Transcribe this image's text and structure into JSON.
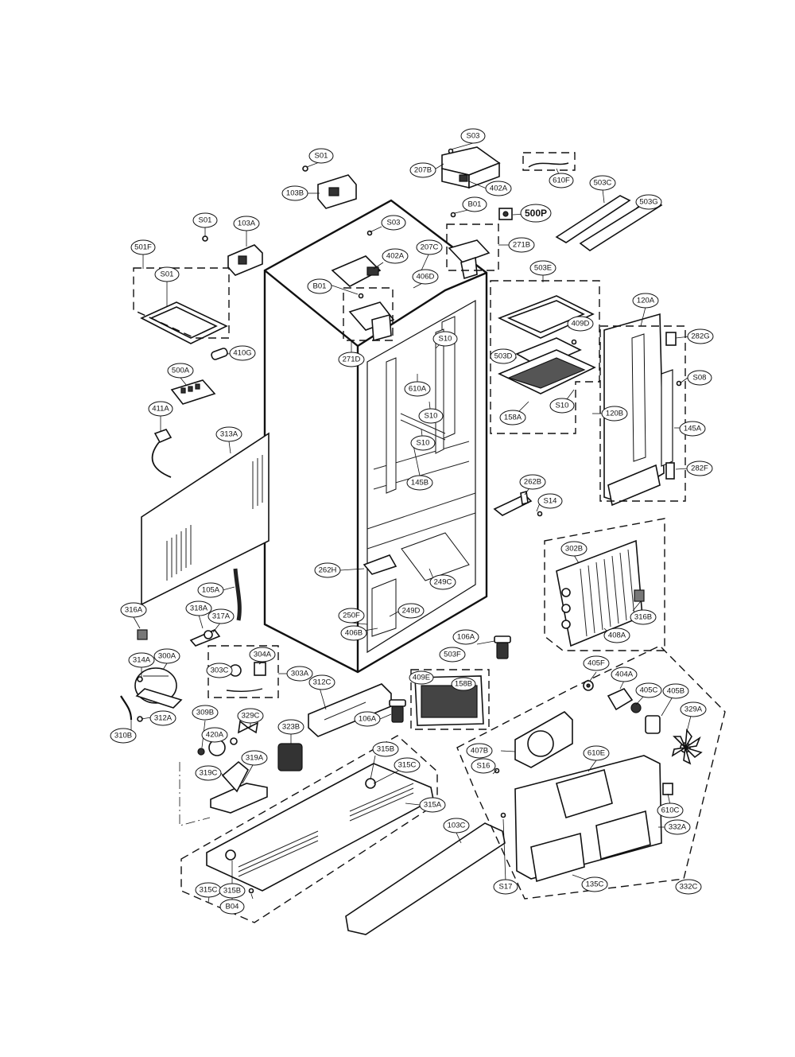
{
  "callouts": [
    {
      "id": "S03",
      "text": "S03"
    },
    {
      "id": "S01_top",
      "text": "S01"
    },
    {
      "id": "207B",
      "text": "207B"
    },
    {
      "id": "402A_top",
      "text": "402A"
    },
    {
      "id": "610F",
      "text": "610F"
    },
    {
      "id": "103B",
      "text": "103B"
    },
    {
      "id": "503C",
      "text": "503C"
    },
    {
      "id": "503G",
      "text": "503G"
    },
    {
      "id": "B01_top",
      "text": "B01"
    },
    {
      "id": "500P",
      "text": "500P"
    },
    {
      "id": "S01_left",
      "text": "S01"
    },
    {
      "id": "103A",
      "text": "103A"
    },
    {
      "id": "S03_mid",
      "text": "S03"
    },
    {
      "id": "271B",
      "text": "271B"
    },
    {
      "id": "501F",
      "text": "501F"
    },
    {
      "id": "207C",
      "text": "207C"
    },
    {
      "id": "402A_mid",
      "text": "402A"
    },
    {
      "id": "S01_tray",
      "text": "S01"
    },
    {
      "id": "406D",
      "text": "406D"
    },
    {
      "id": "503E",
      "text": "503E"
    },
    {
      "id": "B01_mid",
      "text": "B01"
    },
    {
      "id": "120A",
      "text": "120A"
    },
    {
      "id": "409D",
      "text": "409D"
    },
    {
      "id": "282G",
      "text": "282G"
    },
    {
      "id": "S10_a",
      "text": "S10"
    },
    {
      "id": "410G",
      "text": "410G"
    },
    {
      "id": "271D",
      "text": "271D"
    },
    {
      "id": "503D",
      "text": "503D"
    },
    {
      "id": "S08",
      "text": "S08"
    },
    {
      "id": "500A",
      "text": "500A"
    },
    {
      "id": "610A",
      "text": "610A"
    },
    {
      "id": "411A",
      "text": "411A"
    },
    {
      "id": "S10_b",
      "text": "S10"
    },
    {
      "id": "120B",
      "text": "120B"
    },
    {
      "id": "158A",
      "text": "158A"
    },
    {
      "id": "S10_c",
      "text": "S10"
    },
    {
      "id": "145A",
      "text": "145A"
    },
    {
      "id": "313A",
      "text": "313A"
    },
    {
      "id": "S10_d",
      "text": "S10"
    },
    {
      "id": "282F",
      "text": "282F"
    },
    {
      "id": "145B",
      "text": "145B"
    },
    {
      "id": "262B",
      "text": "262B"
    },
    {
      "id": "S14",
      "text": "S14"
    },
    {
      "id": "302B",
      "text": "302B"
    },
    {
      "id": "262H",
      "text": "262H"
    },
    {
      "id": "105A",
      "text": "105A"
    },
    {
      "id": "249C",
      "text": "249C"
    },
    {
      "id": "316A",
      "text": "316A"
    },
    {
      "id": "318A",
      "text": "318A"
    },
    {
      "id": "317A",
      "text": "317A"
    },
    {
      "id": "249D",
      "text": "249D"
    },
    {
      "id": "250F",
      "text": "250F"
    },
    {
      "id": "316B",
      "text": "316B"
    },
    {
      "id": "406B",
      "text": "406B"
    },
    {
      "id": "408A",
      "text": "408A"
    },
    {
      "id": "106A_top",
      "text": "106A"
    },
    {
      "id": "314A",
      "text": "314A"
    },
    {
      "id": "300A",
      "text": "300A"
    },
    {
      "id": "304A",
      "text": "304A"
    },
    {
      "id": "503F",
      "text": "503F"
    },
    {
      "id": "405F",
      "text": "405F"
    },
    {
      "id": "303C",
      "text": "303C"
    },
    {
      "id": "303A",
      "text": "303A"
    },
    {
      "id": "409E",
      "text": "409E"
    },
    {
      "id": "158B",
      "text": "158B"
    },
    {
      "id": "404A",
      "text": "404A"
    },
    {
      "id": "312C",
      "text": "312C"
    },
    {
      "id": "405C",
      "text": "405C"
    },
    {
      "id": "405B",
      "text": "405B"
    },
    {
      "id": "309B",
      "text": "309B"
    },
    {
      "id": "329C",
      "text": "329C"
    },
    {
      "id": "312A",
      "text": "312A"
    },
    {
      "id": "106A_mid",
      "text": "106A"
    },
    {
      "id": "310B",
      "text": "310B"
    },
    {
      "id": "420A",
      "text": "420A"
    },
    {
      "id": "323B",
      "text": "323B"
    },
    {
      "id": "329A",
      "text": "329A"
    },
    {
      "id": "407B",
      "text": "407B"
    },
    {
      "id": "610E",
      "text": "610E"
    },
    {
      "id": "315B_top",
      "text": "315B"
    },
    {
      "id": "319A",
      "text": "319A"
    },
    {
      "id": "315C_top",
      "text": "315C"
    },
    {
      "id": "S16",
      "text": "S16"
    },
    {
      "id": "319C",
      "text": "319C"
    },
    {
      "id": "610C",
      "text": "610C"
    },
    {
      "id": "315A",
      "text": "315A"
    },
    {
      "id": "332A",
      "text": "332A"
    },
    {
      "id": "103C",
      "text": "103C"
    },
    {
      "id": "S17",
      "text": "S17"
    },
    {
      "id": "135C",
      "text": "135C"
    },
    {
      "id": "315C_bot",
      "text": "315C"
    },
    {
      "id": "315B_bot",
      "text": "315B"
    },
    {
      "id": "332C",
      "text": "332C"
    },
    {
      "id": "B04",
      "text": "B04"
    }
  ]
}
